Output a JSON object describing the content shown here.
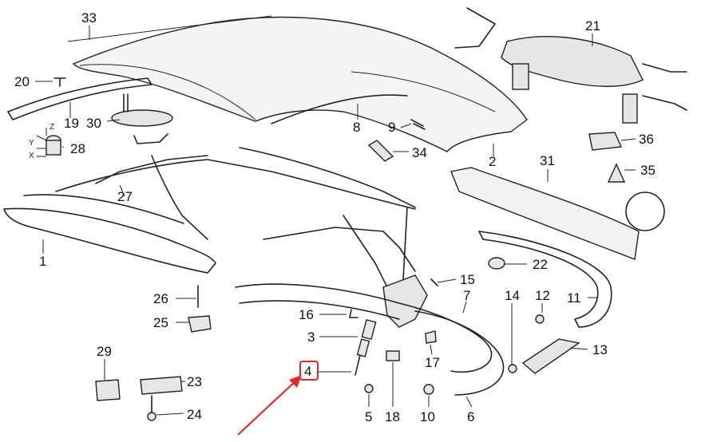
{
  "diagram": {
    "highlight_color": "#e8262b",
    "labels": [
      "33",
      "20",
      "19",
      "30",
      "28",
      "27",
      "1",
      "21",
      "8",
      "9",
      "34",
      "2",
      "36",
      "35",
      "31",
      "22",
      "26",
      "25",
      "16",
      "3",
      "15",
      "7",
      "14",
      "12",
      "11",
      "17",
      "13",
      "29",
      "23",
      "4",
      "24",
      "5",
      "18",
      "10",
      "6"
    ],
    "highlighted_label": "4",
    "axis_letters": [
      "Z",
      "Y",
      "X"
    ]
  }
}
